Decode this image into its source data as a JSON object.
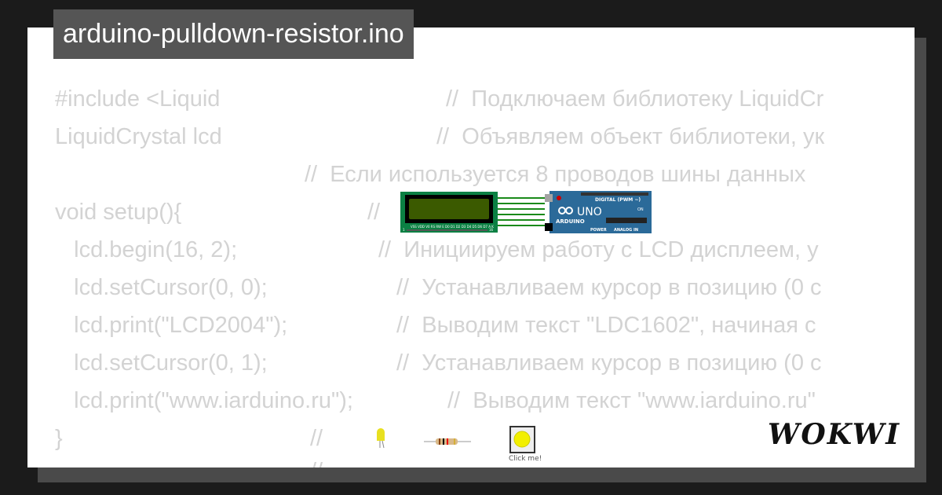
{
  "title": "arduino-pulldown-resistor.ino",
  "code_lines": [
    {
      "code": "#include <Liquid",
      "comment": "//  Подключаем библиотеку LiquidCr"
    },
    {
      "code": "LiquidCrystal lcd",
      "comment": "//  Объявляем объект библиотеки, ук"
    },
    {
      "code": "",
      "comment": "//  Если используется 8 проводов шины данных"
    },
    {
      "code": "void setup(){",
      "comment": "//"
    },
    {
      "code": "   lcd.begin(16, 2);",
      "comment": "//  Инициируем работу с LCD дисплеем, у"
    },
    {
      "code": "   lcd.setCursor(0, 0);",
      "comment": "//  Устанавливаем курсор в позицию (0 с"
    },
    {
      "code": "   lcd.print(\"LCD2004\");",
      "comment": "//  Выводим текст \"LDC1602\", начиная с"
    },
    {
      "code": "   lcd.setCursor(0, 1);",
      "comment": "//  Устанавливаем курсор в позицию (0 с"
    },
    {
      "code": "   lcd.print(\"www.iarduino.ru\");",
      "comment": "//  Выводим текст \"www.iarduino.ru\""
    },
    {
      "code": "}",
      "comment": "//"
    },
    {
      "code": "",
      "comment": "//"
    }
  ],
  "lcd": {
    "pin_labels": "VSS VDD V0 RS RW E D0 D1 D2 D3 D4 D5 D6 D7 A K",
    "pin_first": "1",
    "pin_last": "16"
  },
  "arduino": {
    "brand": "ARDUINO",
    "model": "UNO",
    "digital_label": "DIGITAL (PWM ~)",
    "power_label": "POWER",
    "analog_label": "ANALOG IN",
    "on_label": "ON"
  },
  "button": {
    "label": "Click me!"
  },
  "logo": "WOKWI",
  "colors": {
    "wire": "#1a8a1a",
    "lcd_board": "#0b8043",
    "lcd_screen": "#3b5a00",
    "arduino_board": "#2b6a99",
    "led": "#e8e020",
    "button_cap": "#f2ef00"
  }
}
